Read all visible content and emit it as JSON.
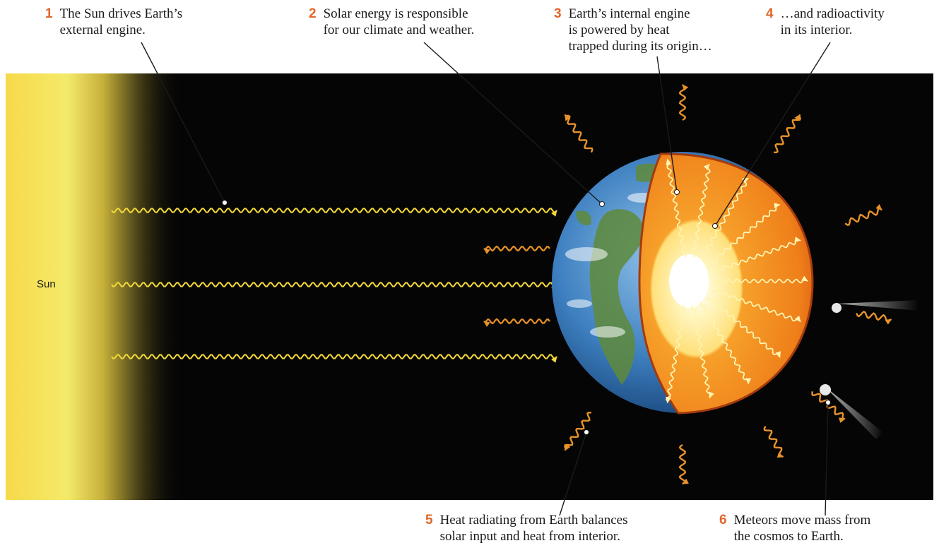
{
  "captions": [
    {
      "num": "1",
      "text": "The Sun drives Earth’s\nexternal engine."
    },
    {
      "num": "2",
      "text": "Solar energy is responsible\nfor our climate and weather."
    },
    {
      "num": "3",
      "text": "Earth’s internal engine\nis powered by heat\ntrapped during its origin…"
    },
    {
      "num": "4",
      "text": "…and radioactivity\nin its interior."
    },
    {
      "num": "5",
      "text": "Heat radiating from Earth balances\nsolar input and heat from interior."
    },
    {
      "num": "6",
      "text": "Meteors move mass from\nthe cosmos to Earth."
    }
  ],
  "sun_label": "Sun",
  "colors": {
    "caption_number": "#e0662a",
    "background": "#050505",
    "sun_yellow": "#f6e25a",
    "solar_ray": "#f2d93a",
    "heat_arrow": "#e8922a",
    "core_white": "#ffffff",
    "inner_core": "#ffe98a",
    "mantle": "#f08a1e",
    "ocean_blue": "#3d7fc0"
  }
}
